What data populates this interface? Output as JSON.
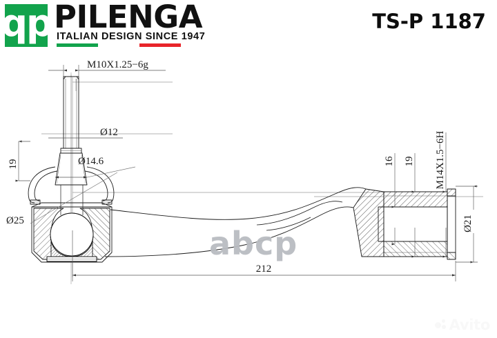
{
  "header": {
    "logo_letters": "qp",
    "brand_name": "PILENGA",
    "tagline": "ITALIAN DESIGN SINCE 1947",
    "part_number": "TS-P 1187",
    "colors": {
      "green": "#12a34c",
      "red": "#e8252a",
      "text": "#111111"
    }
  },
  "drawing": {
    "title": "Tie rod end cross-section technical drawing",
    "dimensions": {
      "stud_thread": "M10X1.25−6g",
      "boot_upper_diameter": "Ø12",
      "boot_lower_diameter": "Ø14.6",
      "housing_height": "19",
      "housing_diameter": "Ø25",
      "socket_inner_width": "16",
      "socket_outer_width": "19",
      "socket_thread": "M14X1.5−6H",
      "socket_diameter": "Ø21",
      "overall_length": "212"
    },
    "line_color": "#1a1a1a",
    "dimension_color": "#555555",
    "center_line_color": "#8a8a8a"
  },
  "watermarks": {
    "center_text": "abcp",
    "center_color": "#b9bcc1",
    "corner_text": "Avito",
    "corner_color": "#f4f4f4"
  }
}
